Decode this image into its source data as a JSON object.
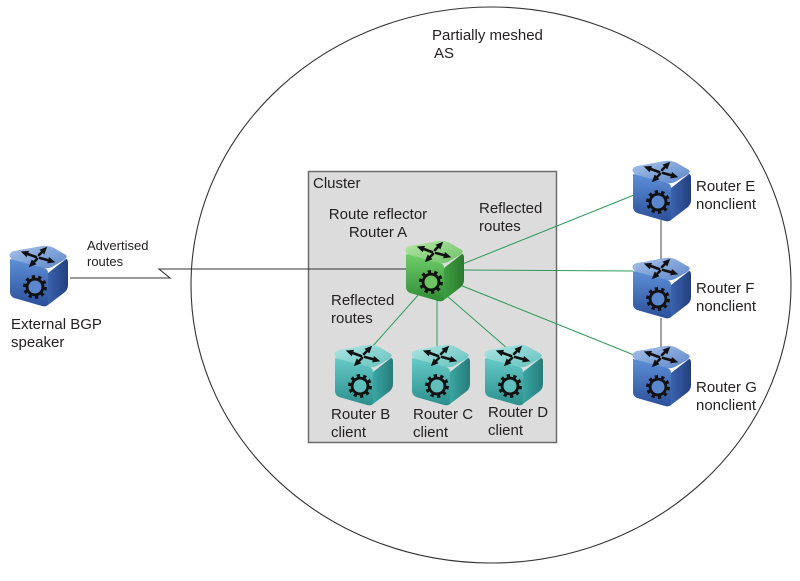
{
  "diagram": {
    "title_lines": [
      "Partially meshed",
      "AS"
    ],
    "cluster_label": "Cluster",
    "colors": {
      "background": "#ffffff",
      "cluster_fill": "#dcdcdc",
      "cluster_border": "#6b6b6b",
      "as_boundary": "#333333",
      "ibgp_link": "#2e9b5a",
      "ebgp_link": "#333333",
      "nonclient_link": "#555555",
      "router_blue": "#3e6fb8",
      "router_green": "#4fb04f",
      "router_teal": "#3fb3b0"
    },
    "routers": [
      {
        "id": "ext",
        "kind": "external",
        "color": "blue",
        "label_lines": [
          "External BGP",
          "speaker"
        ]
      },
      {
        "id": "A",
        "kind": "route-reflector",
        "color": "green",
        "label_lines": [
          "Route reflector",
          "Router A"
        ]
      },
      {
        "id": "B",
        "kind": "client",
        "color": "teal",
        "label_lines": [
          "Router B",
          "client"
        ]
      },
      {
        "id": "C",
        "kind": "client",
        "color": "teal",
        "label_lines": [
          "Router C",
          "client"
        ]
      },
      {
        "id": "D",
        "kind": "client",
        "color": "teal",
        "label_lines": [
          "Router D",
          "client"
        ]
      },
      {
        "id": "E",
        "kind": "nonclient",
        "color": "blue",
        "label_lines": [
          "Router E",
          "nonclient"
        ]
      },
      {
        "id": "F",
        "kind": "nonclient",
        "color": "blue",
        "label_lines": [
          "Router F",
          "nonclient"
        ]
      },
      {
        "id": "G",
        "kind": "nonclient",
        "color": "blue",
        "label_lines": [
          "Router G",
          "nonclient"
        ]
      }
    ],
    "links": [
      {
        "from": "ext",
        "to": "A",
        "type": "ebgp",
        "label_lines": [
          "Advertised",
          "routes"
        ]
      },
      {
        "from": "A",
        "to": "B",
        "type": "ibgp"
      },
      {
        "from": "A",
        "to": "C",
        "type": "ibgp"
      },
      {
        "from": "A",
        "to": "D",
        "type": "ibgp"
      },
      {
        "from": "A",
        "to": "E",
        "type": "ibgp"
      },
      {
        "from": "A",
        "to": "F",
        "type": "ibgp"
      },
      {
        "from": "A",
        "to": "G",
        "type": "ibgp"
      },
      {
        "from": "E",
        "to": "F",
        "type": "nonclient"
      },
      {
        "from": "F",
        "to": "G",
        "type": "nonclient"
      }
    ],
    "annotations": {
      "reflected_routes_upper": [
        "Reflected",
        "routes"
      ],
      "reflected_routes_lower": [
        "Reflected",
        "routes"
      ]
    }
  }
}
